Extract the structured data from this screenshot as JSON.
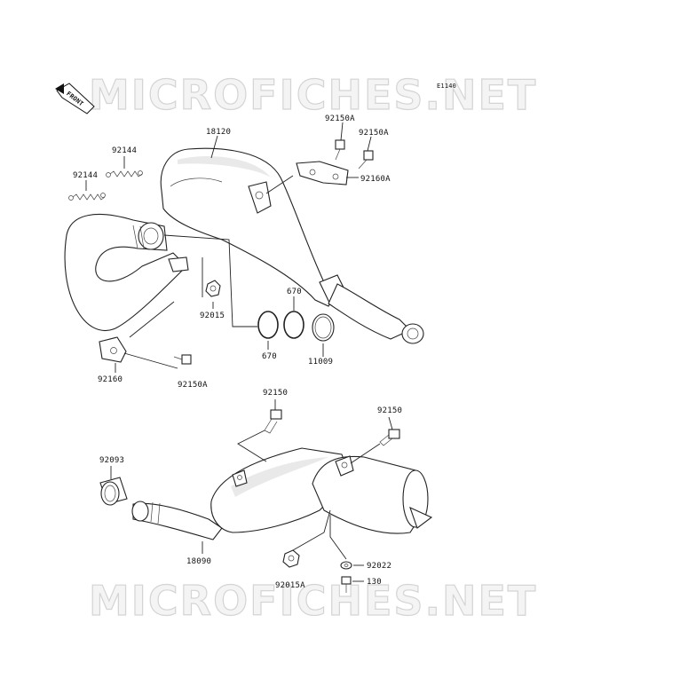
{
  "watermark": "MICROFICHES.NET",
  "diagram_code": "E1140",
  "front_label": "FRONT",
  "parts": {
    "p18120": "18120",
    "p92150A_top": "92150A",
    "p92150A_top2": "92150A",
    "p92160A": "92160A",
    "p92144_a": "92144",
    "p92144_b": "92144",
    "p92015": "92015",
    "p670_a": "670",
    "p670_b": "670",
    "p11009": "11009",
    "p92160": "92160",
    "p92150A_bot": "92150A",
    "p92150_a": "92150",
    "p92150_b": "92150",
    "p92093": "92093",
    "p18090": "18090",
    "p92022": "92022",
    "p130": "130",
    "p92015A": "92015A"
  }
}
